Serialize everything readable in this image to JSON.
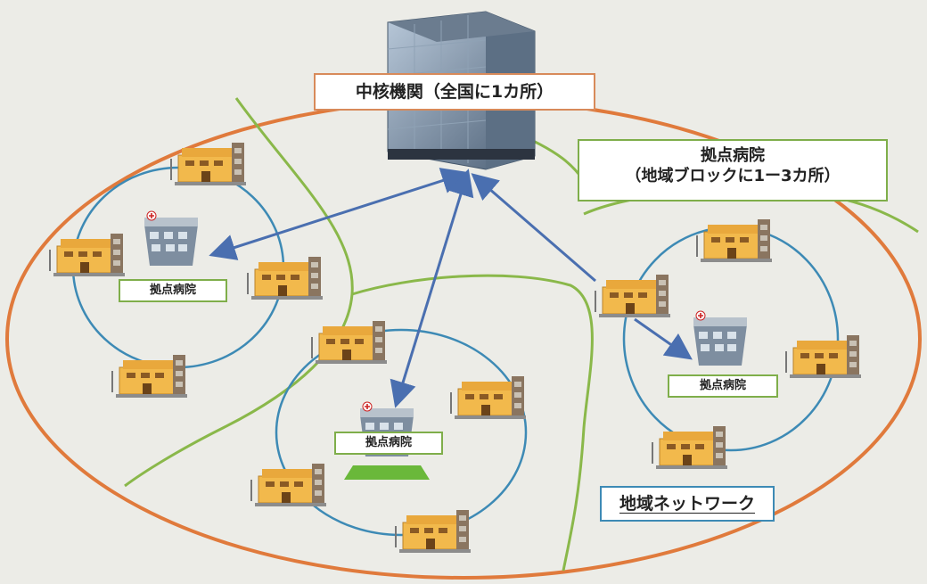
{
  "labels": {
    "central": "中核機関（全国に1カ所）",
    "regional_line1": "拠点病院",
    "regional_line2": "（地域ブロックに1ー3カ所）",
    "hub1": "拠点病院",
    "hub2": "拠点病院",
    "hub3": "拠点病院",
    "network": "地域ネットワーク"
  },
  "colors": {
    "background": "#ecece7",
    "outer_ellipse": "#e07a3c",
    "region_divider": "#8ab84a",
    "network_circle": "#3d8ab5",
    "arrow": "#4a6fb0",
    "clinic_body": "#f0b84a",
    "clinic_tower": "#8a7560",
    "hospital_body": "#7e8ea0",
    "hub_label_border": "#7fae4a",
    "central_label_border": "#d88a5a"
  },
  "icons": {
    "central_building": "office-tower-icon",
    "hub_hospital": "hospital-icon",
    "clinic": "clinic-building-icon"
  }
}
